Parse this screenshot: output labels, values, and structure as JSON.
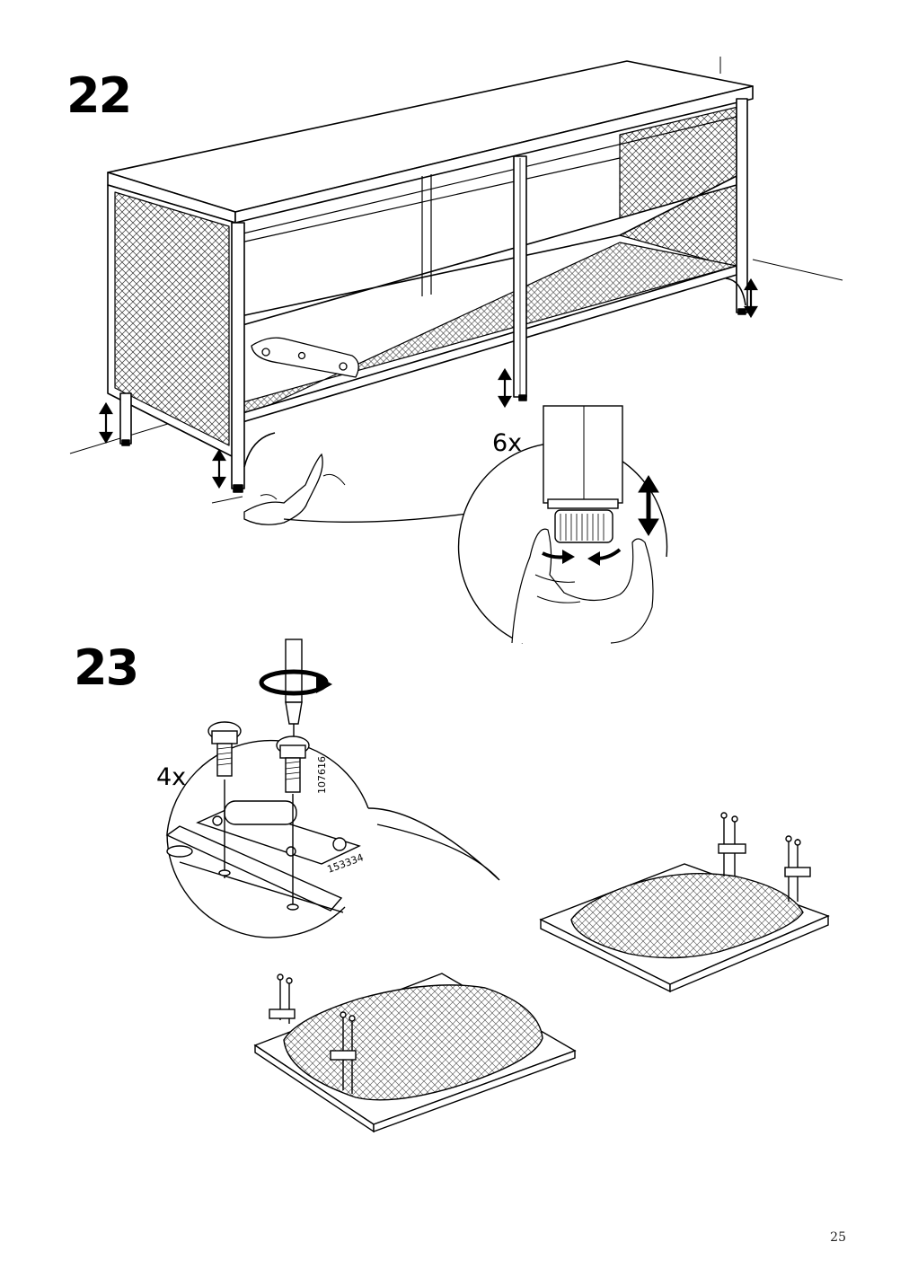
{
  "steps": [
    {
      "number": "22",
      "quantity": "6x"
    },
    {
      "number": "23",
      "quantity": "4x",
      "screw_part": "107616",
      "hinge_part": "153334"
    }
  ],
  "page_number": "25",
  "icons": [
    "adjust-arrow-icon",
    "rotate-arrow-icon",
    "screwdriver-icon",
    "hand-icon"
  ]
}
